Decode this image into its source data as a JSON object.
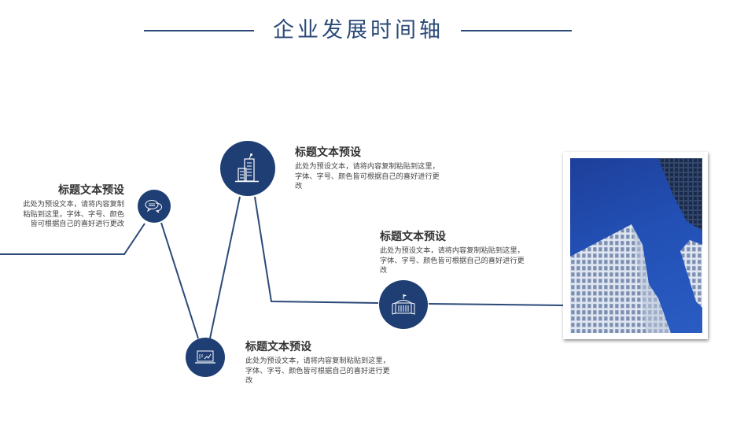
{
  "header": {
    "title": "企业发展时间轴"
  },
  "timeline": {
    "accent_color": "#1f3f74",
    "line_color": "#2b4a78",
    "items": [
      {
        "icon": "chat-bubbles-icon",
        "title": "标题文本预设",
        "body": "此处为预设文本，请将内容复制粘贴到这里，字体、字号、颜色皆可根据自己的喜好进行更改"
      },
      {
        "icon": "laptop-chart-icon",
        "title": "标题文本预设",
        "body": "此处为预设文本，请将内容复制粘贴到这里，字体、字号、颜色皆可根据自己的喜好进行更改"
      },
      {
        "icon": "office-buildings-icon",
        "title": "标题文本预设",
        "body": "此处为预设文本，请将内容复制粘贴到这里，字体、字号、颜色皆可根据自己的喜好进行更改"
      },
      {
        "icon": "government-building-icon",
        "title": "标题文本预设",
        "body": "此处为预设文本，请将内容复制粘贴到这里，字体、字号、颜色皆可根据自己的喜好进行更改"
      }
    ]
  },
  "photo": {
    "subject": "skyscrapers-against-blue-sky"
  }
}
